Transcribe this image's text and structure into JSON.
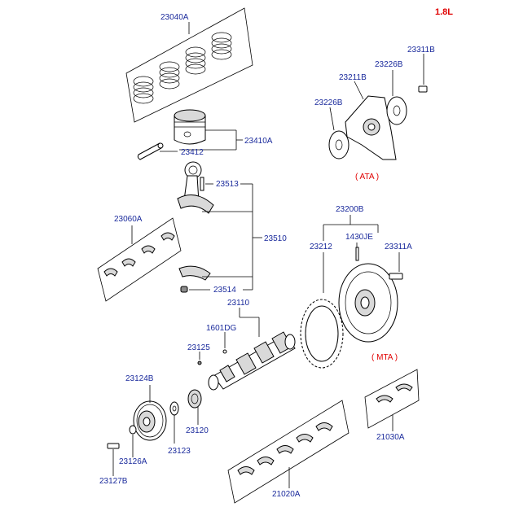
{
  "engine": "1.8L",
  "variants": {
    "ata": "( ATA )",
    "mta": "( MTA )"
  },
  "parts": {
    "p23040A": "23040A",
    "p23410A": "23410A",
    "p23412": "23412",
    "p23513": "23513",
    "p23060A": "23060A",
    "p23510": "23510",
    "p23514": "23514",
    "p23110": "23110",
    "p1601DG": "1601DG",
    "p23125": "23125",
    "p23124B": "23124B",
    "p23120": "23120",
    "p23123": "23123",
    "p23126A": "23126A",
    "p23127B": "23127B",
    "p23311B": "23311B",
    "p23226B_top": "23226B",
    "p23211B": "23211B",
    "p23226B_left": "23226B",
    "p23200B": "23200B",
    "p1430JE": "1430JE",
    "p23212": "23212",
    "p23311A": "23311A",
    "p21030A": "21030A",
    "p21020A": "21020A"
  }
}
